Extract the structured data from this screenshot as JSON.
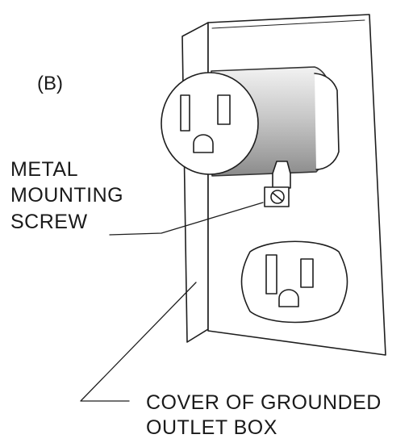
{
  "diagram": {
    "panel_label": "(B)",
    "screw_label": [
      "METAL",
      "MOUNTING",
      "SCREW"
    ],
    "cover_label": [
      "COVER OF GROUNDED",
      "OUTLET BOX"
    ]
  }
}
